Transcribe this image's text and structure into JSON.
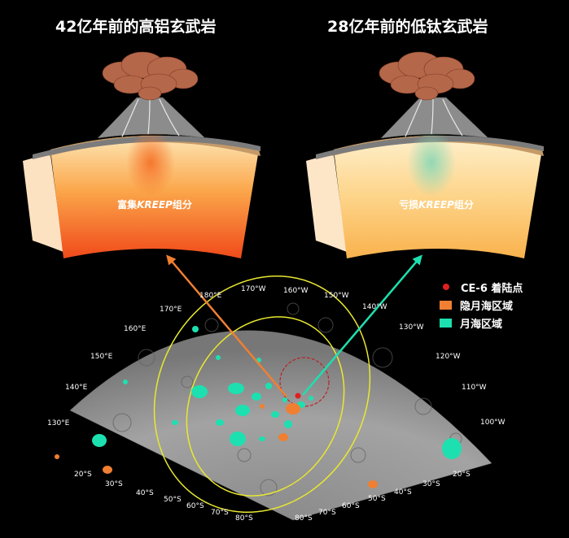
{
  "panels": {
    "left": {
      "title": "42亿年前的高铝玄武岩",
      "label_prefix": "富集",
      "label_italic": "KREEP",
      "label_suffix": "组分"
    },
    "right": {
      "title": "28亿年前的低钛玄武岩",
      "label_prefix": "亏损",
      "label_italic": "KREEP",
      "label_suffix": "组分"
    }
  },
  "legend": [
    {
      "name": "ce6-landing-site",
      "label": "CE-6 着陆点",
      "color": "#e02020"
    },
    {
      "name": "hidden-mare",
      "label": "隐月海区域",
      "color": "#f07f32"
    },
    {
      "name": "mare",
      "label": "月海区域",
      "color": "#1de0b0"
    }
  ],
  "colors": {
    "arrow_left": "#f07f32",
    "arrow_right": "#1de0b0",
    "rings": "#e8e830",
    "landing_circle": "#c02020"
  },
  "longitude_labels": [
    "180°E",
    "170°W",
    "160°W",
    "150°W",
    "140°W",
    "130°W",
    "120°W",
    "110°W",
    "100°W",
    "170°E",
    "160°E",
    "150°E",
    "140°E",
    "130°E"
  ],
  "latitude_labels_left": [
    "20°S",
    "30°S",
    "40°S",
    "50°S",
    "60°S",
    "70°S",
    "80°S"
  ],
  "latitude_labels_right": [
    "80°S",
    "70°S",
    "60°S",
    "50°S",
    "40°S",
    "30°S",
    "20°S"
  ]
}
